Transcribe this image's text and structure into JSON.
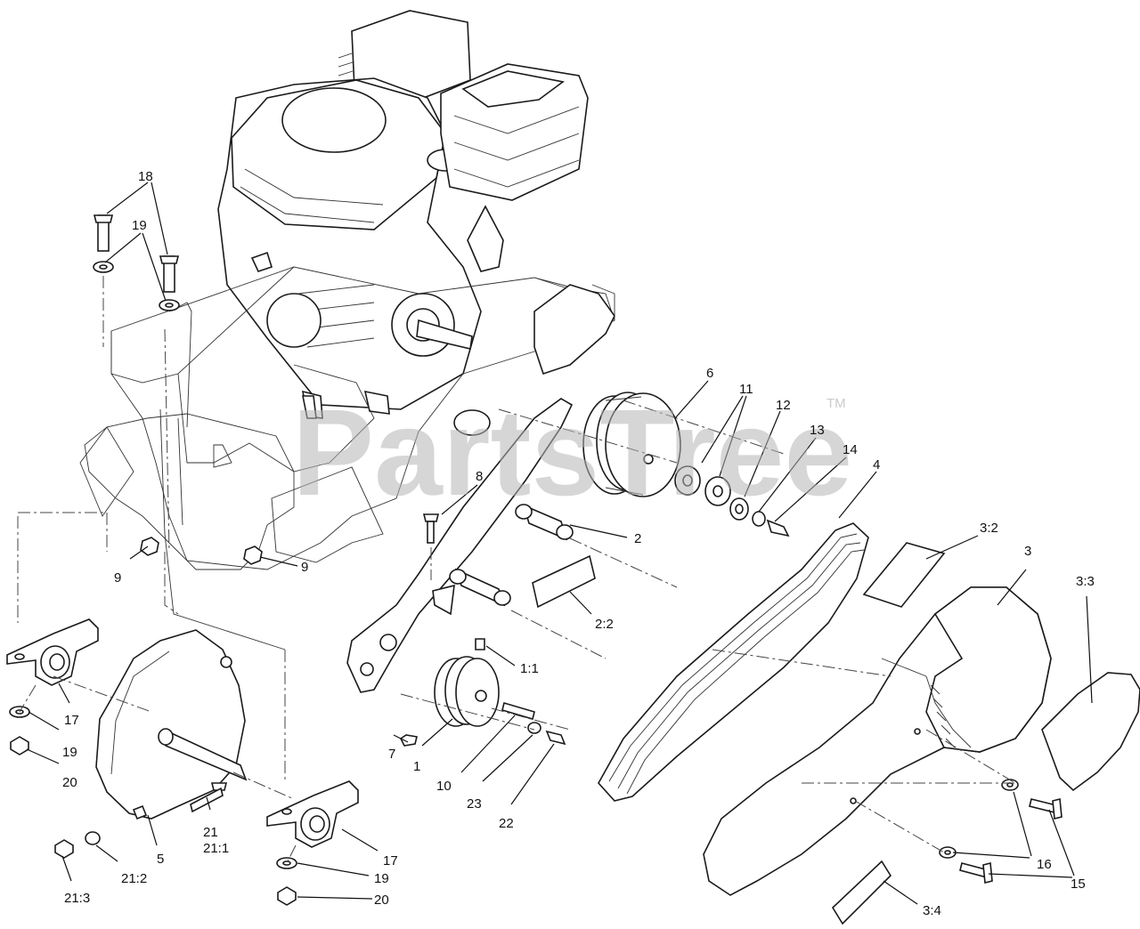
{
  "watermark": {
    "text": "PartsTree",
    "tm": "TM"
  },
  "callouts": [
    "18",
    "19",
    "6",
    "11",
    "12",
    "13",
    "14",
    "4",
    "8",
    "2",
    "9",
    "9",
    "3:2",
    "3",
    "3:3",
    "2:2",
    "1:1",
    "17",
    "19",
    "20",
    "7",
    "1",
    "10",
    "23",
    "22",
    "21",
    "21:1",
    "5",
    "17",
    "21:2",
    "21:3",
    "19",
    "20",
    "16",
    "15",
    "3:4"
  ]
}
